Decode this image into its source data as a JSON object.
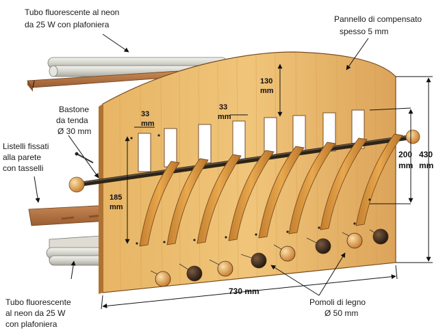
{
  "labels": {
    "tube_top_l1": "Tubo fluorescente al neon",
    "tube_top_l2": "da 25 W con plafoniera",
    "panel_l1": "Pannello di compensato",
    "panel_l2": "spesso 5 mm",
    "rod_l1": "Bastone",
    "rod_l2": "da tenda",
    "rod_l3": "Ø 30 mm",
    "slats_l1": "Listelli fissati",
    "slats_l2": "alla parete",
    "slats_l3": "con tasselli",
    "tube_bottom_l1": "Tubo fluorescente",
    "tube_bottom_l2": "al neon da 25 W",
    "tube_bottom_l3": "con plafoniera",
    "knobs_l1": "Pomoli di legno",
    "knobs_l2": "Ø 50 mm"
  },
  "dimensions": {
    "slot_width_a": "33",
    "slot_width_a_unit": "mm",
    "slot_width_b": "33",
    "slot_width_b_unit": "mm",
    "slot_height": "130",
    "slot_height_unit": "mm",
    "lower_height": "185",
    "lower_height_unit": "mm",
    "right_inner": "200",
    "right_inner_unit": "mm",
    "right_outer": "430",
    "right_outer_unit": "mm",
    "width_total": "730 mm"
  },
  "colors": {
    "wood_light": "#e9b85f",
    "wood_dark": "#c98a35",
    "knob_dark": "#3a2a1e",
    "knob_light": "#d9953f",
    "tube": "#dcdcd4"
  }
}
